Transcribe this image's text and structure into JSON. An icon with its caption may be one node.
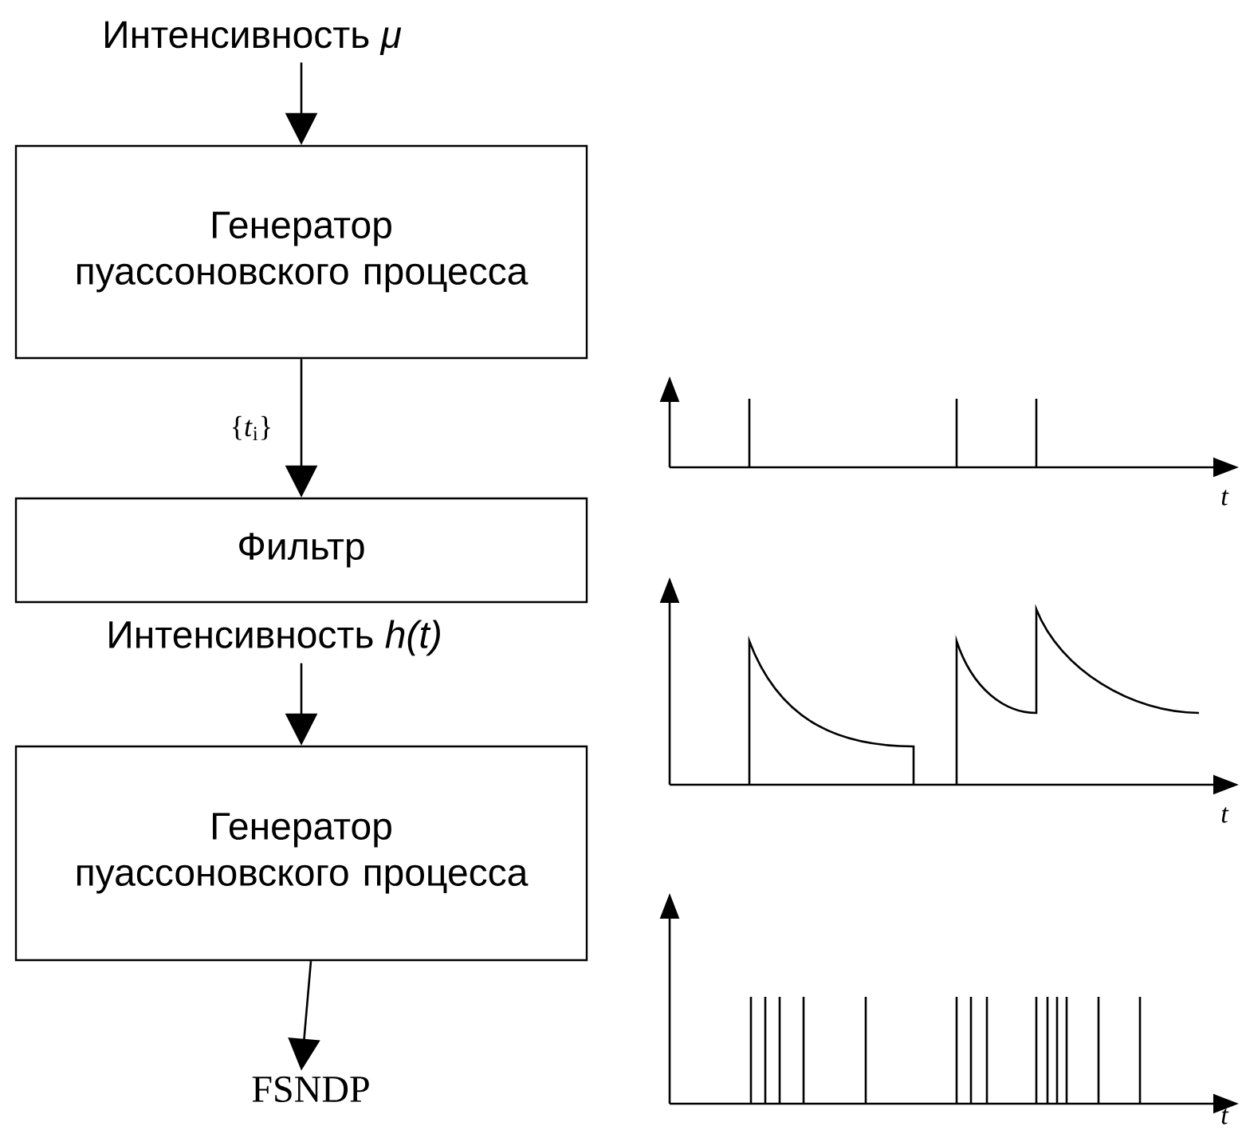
{
  "diagram": {
    "nodes": [
      {
        "text": [
          "Интенсивность *μ*"
        ]
      },
      {
        "text": [
          "Генератор пуассоновского процесса"
        ]
      },
      {
        "text": [
          "Фильтр"
        ]
      },
      {
        "text": [
          "Интенсивность *h(t)*"
        ]
      },
      {
        "text": [
          "Генератор пуассоновского процесса"
        ]
      },
      {
        "text": [
          "FSNDP"
        ]
      }
    ],
    "edges": [
      {
        "from": 0,
        "to": 1,
        "arrow": "to"
      },
      {
        "from": 1,
        "to": 2,
        "arrow": "to",
        "label": "{*t*$_{i}$}"
      },
      {
        "from": 3,
        "to": 4,
        "arrow": "to"
      },
      {
        "from": 4,
        "to": 5,
        "arrow": "to"
      }
    ],
    "labels": [
      "t",
      "t",
      "t"
    ]
  }
}
